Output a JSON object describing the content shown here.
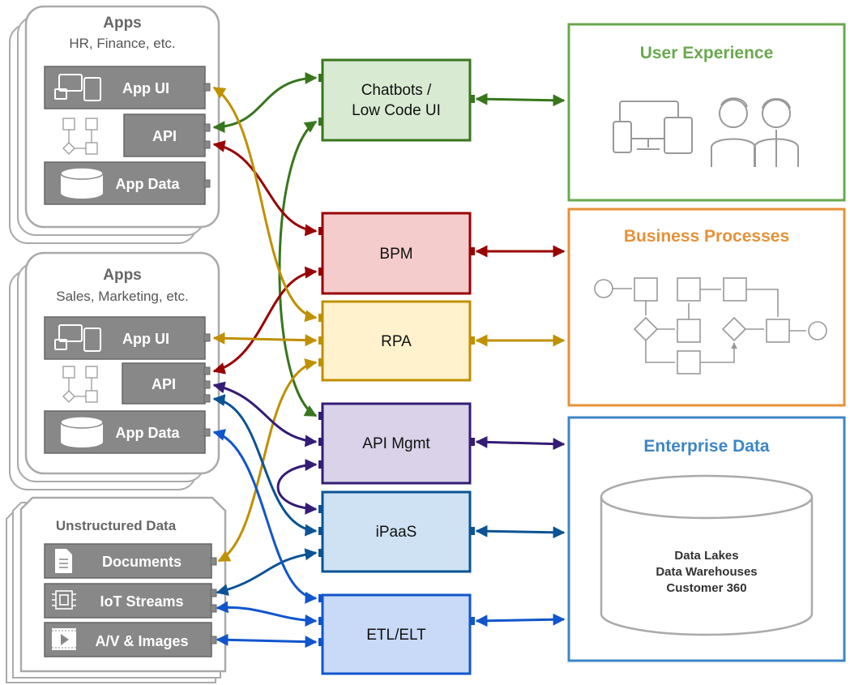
{
  "colors": {
    "green": "#38761d",
    "red": "#990000",
    "gold": "#bf9000",
    "purple": "#351c75",
    "teal": "#0b5394",
    "blue": "#1155cc",
    "chip_gray": "#888888",
    "frame_gray": "#aaaaaa"
  },
  "left": {
    "apps1": {
      "title": "Apps",
      "subtitle": "HR, Finance, etc.",
      "app_ui": "App UI",
      "api": "API",
      "app_data": "App Data"
    },
    "apps2": {
      "title": "Apps",
      "subtitle": "Sales, Marketing, etc.",
      "app_ui": "App UI",
      "api": "API",
      "app_data": "App Data"
    },
    "unstructured": {
      "title": "Unstructured Data",
      "documents": "Documents",
      "iot": "IoT Streams",
      "av": "A/V & Images"
    }
  },
  "middle": {
    "chatbots_line1": "Chatbots /",
    "chatbots_line2": "Low Code UI",
    "bpm": "BPM",
    "rpa": "RPA",
    "api_mgmt": "API Mgmt",
    "ipaas": "iPaaS",
    "etl": "ETL/ELT"
  },
  "right": {
    "user_experience": {
      "title": "User Experience",
      "icon": "devices-and-users-icon",
      "color": "#6aa84f"
    },
    "business_processes": {
      "title": "Business Processes",
      "icon": "process-flow-icon",
      "color": "#e69138"
    },
    "enterprise_data": {
      "title": "Enterprise Data",
      "icon": "database-cylinder-icon",
      "color": "#3d85c6",
      "lines": [
        "Data Lakes",
        "Data Warehouses",
        "Customer 360"
      ]
    }
  }
}
